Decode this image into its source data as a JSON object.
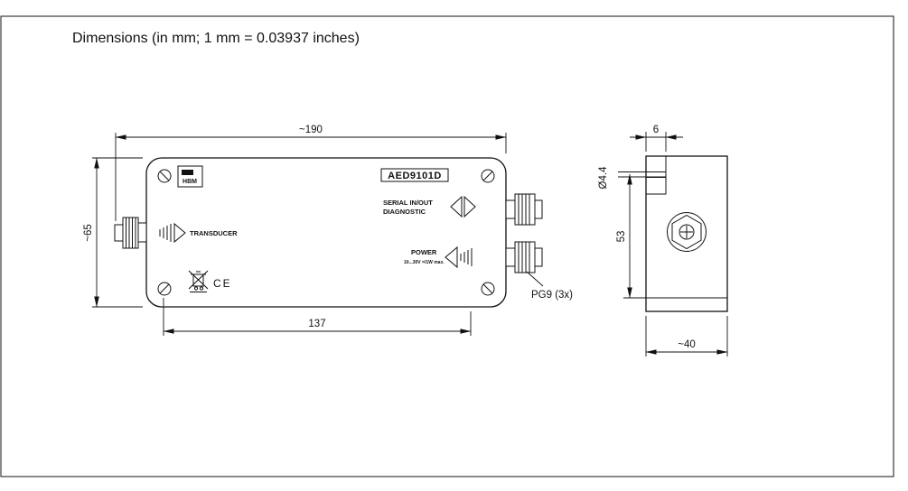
{
  "title": "Dimensions (in mm; 1 mm = 0.03937 inches)",
  "front_view": {
    "brand": "HBM",
    "model": "AED9101D",
    "serial_line1": "SERIAL IN/OUT",
    "serial_line2": "DIAGNOSTIC",
    "power_label": "POWER",
    "power_spec": "10...30V =/1W max.",
    "transducer_label": "TRANSDUCER",
    "ce_mark": "CE",
    "dim_overall_width": "~190",
    "dim_overall_height": "~65",
    "dim_mounting_spacing": "137",
    "cable_gland_label": "PG9 (3x)"
  },
  "side_view": {
    "dim_lid_thickness": "6",
    "dim_hole_diameter": "Ø4.4",
    "dim_hole_to_base": "53",
    "dim_depth": "~40"
  }
}
